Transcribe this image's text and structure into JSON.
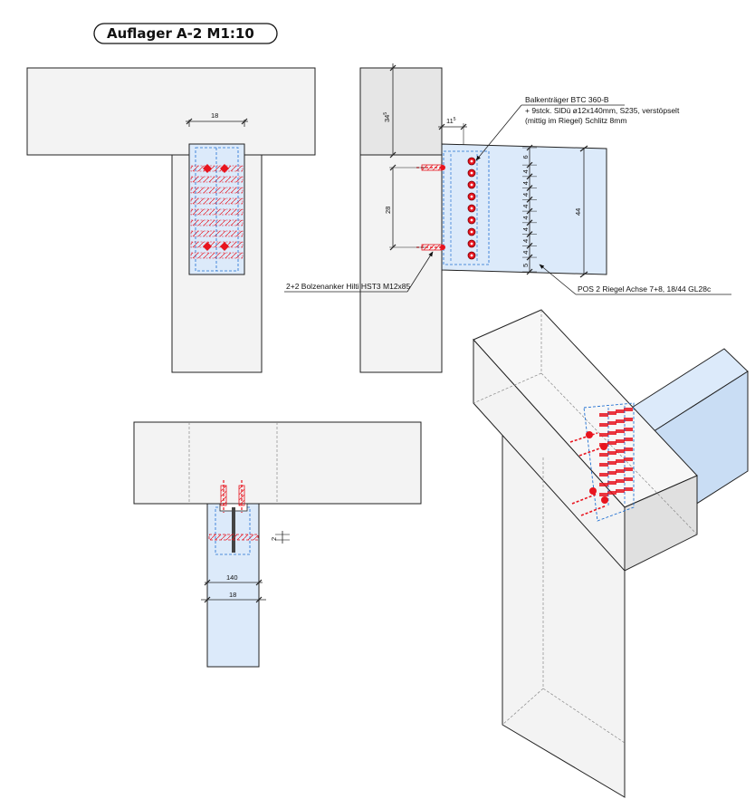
{
  "title": "Auflager A-2  M1:10",
  "colors": {
    "concrete": "#f3f3f3",
    "concrete_dark": "#e6e6e6",
    "timber": "#dceafa",
    "timber_side": "#c9ddf4",
    "steel_line": "#1f6fd1",
    "dowel": "#e8141e",
    "line": "#222222"
  },
  "icons": [
    "dowel-marker",
    "bolt-anchor",
    "dimension-tick",
    "leader-arrow"
  ],
  "elevation_front": {
    "dim_width": "18"
  },
  "elevation_side": {
    "dim_top": "34",
    "dim_top_sup": "5",
    "dim_offset": "11",
    "dim_offset_sup": "5",
    "dim_bolt_spacing": "28",
    "dim_beam_height": "44",
    "dowel_spacing": [
      "6",
      "4",
      "4",
      "4",
      "4",
      "4",
      "4",
      "4",
      "4",
      "5"
    ],
    "label_bracket_line1": "Balkenträger BTC 360-B",
    "label_bracket_line2": "+ 9stck. SlDü ø12x140mm, S235, verstöpselt",
    "label_bracket_line3": "(mittig im Riegel) Schlitz 8mm",
    "label_anchor": "2+2 Bolzenanker Hilti HST3 M12x85",
    "label_beam": "POS 2 Riegel Achse 7+8, 18/44 GL28c"
  },
  "plan_view": {
    "dim_slot": "2",
    "dim_inner": "140",
    "dim_width": "18"
  }
}
